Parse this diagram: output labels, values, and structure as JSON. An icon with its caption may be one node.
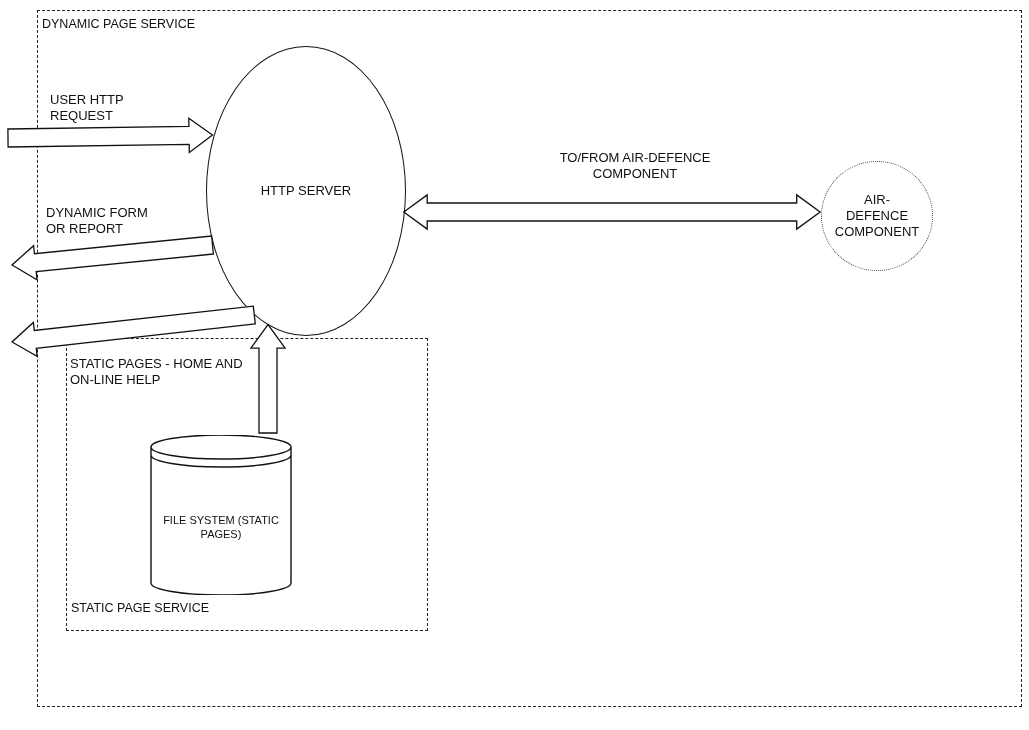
{
  "diagram": {
    "nodes": [
      {
        "text": [
          "DYNAMIC PAGE SERVICE"
        ]
      },
      {
        "text": [
          "STATIC PAGE SERVICE"
        ],
        "in": 0
      },
      {
        "text": [
          "HTTP SERVER"
        ],
        "in": 0
      },
      {
        "text": [
          "AIR-DEFENCE COMPONENT"
        ],
        "in": 0
      },
      {
        "text": [
          "FILE SYSTEM (STATIC PAGES)"
        ],
        "in": 1
      }
    ],
    "edges": [
      {
        "from": null,
        "to": 2,
        "arrow": "to",
        "label": "USER HTTP REQUEST",
        "style": "thick"
      },
      {
        "from": 2,
        "to": null,
        "arrow": "to",
        "label": "DYNAMIC FORM OR REPORT",
        "style": "thick"
      },
      {
        "from": 2,
        "to": null,
        "arrow": "to",
        "label": "STATIC PAGES - HOME AND ON-LINE HELP",
        "style": "thick"
      },
      {
        "from": 4,
        "to": 2,
        "arrow": "to",
        "style": "thick"
      },
      {
        "from": 2,
        "to": 3,
        "arrow": "both",
        "label": "TO/FROM AIR-DEFENCE COMPONENT",
        "style": "thick"
      }
    ]
  }
}
